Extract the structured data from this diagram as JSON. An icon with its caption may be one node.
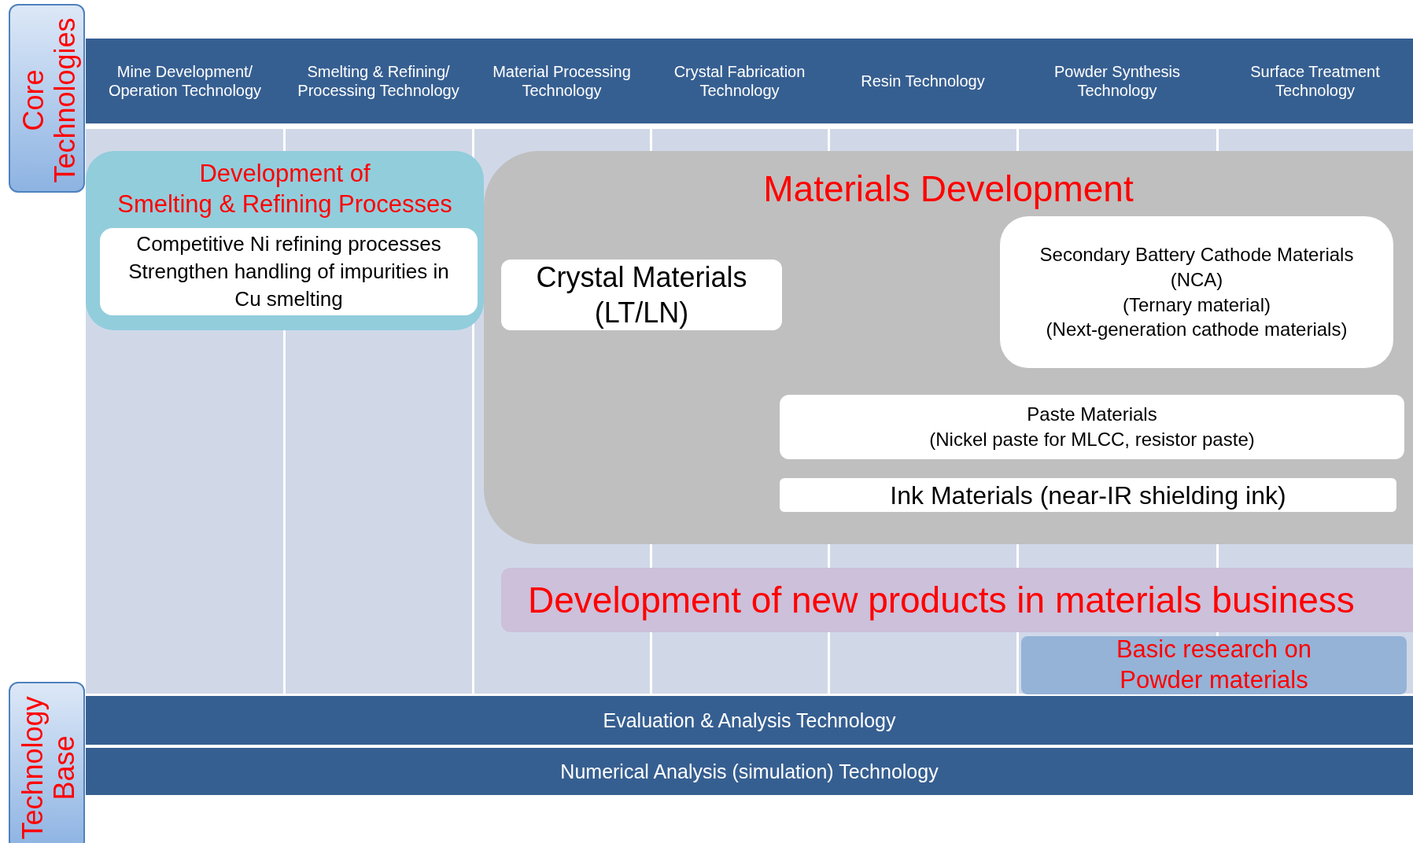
{
  "diagram": {
    "nodes": [
      {
        "text": [
          "Core Technologies"
        ]
      },
      {
        "text": [
          "Mine Development/ Operation Technology"
        ]
      },
      {
        "text": [
          "Smelting & Refining/ Processing Technology"
        ]
      },
      {
        "text": [
          "Material Processing Technology"
        ]
      },
      {
        "text": [
          "Crystal Fabrication Technology"
        ]
      },
      {
        "text": [
          "Resin Technology"
        ]
      },
      {
        "text": [
          "Powder Synthesis Technology"
        ]
      },
      {
        "text": [
          "Surface Treatment Technology"
        ]
      },
      {
        "text": [
          "Development of",
          "Smelting & Refining Processes"
        ]
      },
      {
        "text": [
          "Competitive Ni refining processes",
          "Strengthen handling of impurities in Cu smelting"
        ],
        "in": 8
      },
      {
        "text": [
          "Materials Development"
        ]
      },
      {
        "text": [
          "Crystal Materials",
          "(LT/LN)"
        ],
        "in": 10
      },
      {
        "text": [
          "Secondary Battery Cathode Materials",
          "(NCA)",
          "(Ternary material)",
          "(Next-generation cathode materials)"
        ],
        "in": 10
      },
      {
        "text": [
          "Paste Materials",
          "(Nickel paste for MLCC, resistor paste)"
        ],
        "in": 10
      },
      {
        "text": [
          "Ink Materials (near-IR shielding ink)"
        ],
        "in": 10
      },
      {
        "text": [
          "Development of new products in materials business"
        ]
      },
      {
        "text": [
          "Basic research on",
          "Powder materials"
        ]
      },
      {
        "text": [
          "Technology Base"
        ]
      },
      {
        "text": [
          "Evaluation & Analysis Technology"
        ]
      },
      {
        "text": [
          "Numerical Analysis (simulation) Technology"
        ]
      }
    ]
  }
}
